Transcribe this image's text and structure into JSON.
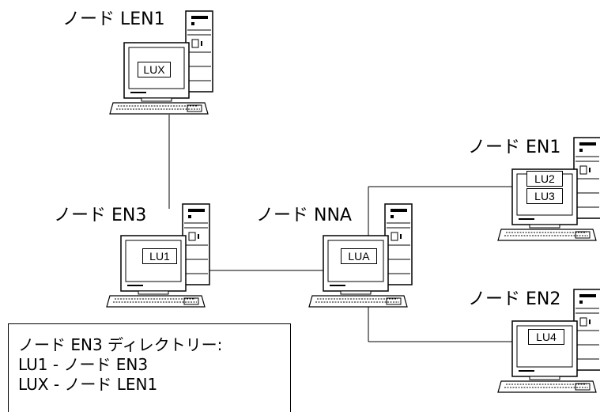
{
  "nodes": {
    "len1": {
      "label": "ノード LEN1",
      "lus": [
        "LUX"
      ]
    },
    "en3": {
      "label": "ノード EN3",
      "lus": [
        "LU1"
      ]
    },
    "nna": {
      "label": "ノード NNA",
      "lus": [
        "LUA"
      ]
    },
    "en1": {
      "label": "ノード EN1",
      "lus": [
        "LU2",
        "LU3"
      ]
    },
    "en2": {
      "label": "ノード EN2",
      "lus": [
        "LU4"
      ]
    }
  },
  "directory": {
    "title": "ノード EN3 ディレクトリー:",
    "entries": [
      "LU1 - ノード EN3",
      "LUX - ノード LEN1"
    ]
  }
}
